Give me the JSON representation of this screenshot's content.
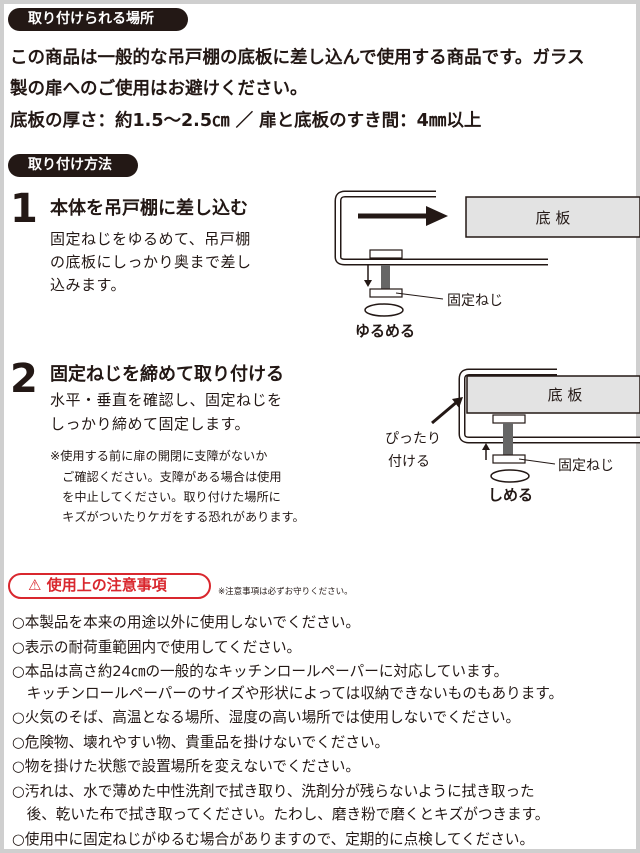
{
  "section1": {
    "title": "取り付けられる場所",
    "lines": [
      "この商品は一般的な吊戸棚の底板に差し込んで使用する商品です。ガラス",
      "製の扉へのご使用はお避けください。",
      "底板の厚さ：約1.5〜2.5㎝ ／ 扉と底板のすき間：4㎜以上"
    ]
  },
  "section2": {
    "title": "取り付け方法",
    "steps": [
      {
        "number": "1",
        "title": "本体を吊戸棚に差し込む",
        "desc": [
          "固定ねじをゆるめて、吊戸棚",
          "の底板にしっかり奥まで差し",
          "込みます。"
        ]
      },
      {
        "number": "2",
        "title": "固定ねじを締めて取り付ける",
        "desc": [
          "水平・垂直を確認し、固定ねじを",
          "しっかり締めて固定します。"
        ],
        "note": [
          "※使用する前に扉の開閉に支障がないか",
          "　ご確認ください。支障がある場合は使用",
          "　を中止してください。取り付けた場所に",
          "　キズがついたりケガをする恐れがあります。"
        ]
      }
    ]
  },
  "diagram1": {
    "board": "底 板",
    "screw": "固定ねじ",
    "action": "ゆるめる"
  },
  "diagram2": {
    "board": "底 板",
    "screw": "固定ねじ",
    "action": "しめる",
    "fit1": "ぴったり",
    "fit2": "付ける"
  },
  "caution": {
    "icon": "warning-triangle-icon",
    "title": "使用上の注意事項",
    "color": "#d9272e",
    "notice": "※注意事項は必ずお守りください。",
    "items": [
      "○本製品を本来の用途以外に使用しないでください。",
      "○表示の耐荷重範囲内で使用してください。",
      "○本品は高さ約24㎝の一般的なキッチンロールペーパーに対応しています。",
      "　キッチンロールペーパーのサイズや形状によっては収納できないものもあります。",
      "○火気のそば、高温となる場所、湿度の高い場所では使用しないでください。",
      "○危険物、壊れやすい物、貴重品を掛けないでください。",
      "○物を掛けた状態で設置場所を変えないでください。",
      "○汚れは、水で薄めた中性洗剤で拭き取り、洗剤分が残らないように拭き取った",
      "　後、乾いた布で拭き取ってください。たわし、磨き粉で磨くとキズがつきます。",
      "○使用中に固定ねじがゆるむ場合がありますので、定期的に点検してください。"
    ]
  }
}
